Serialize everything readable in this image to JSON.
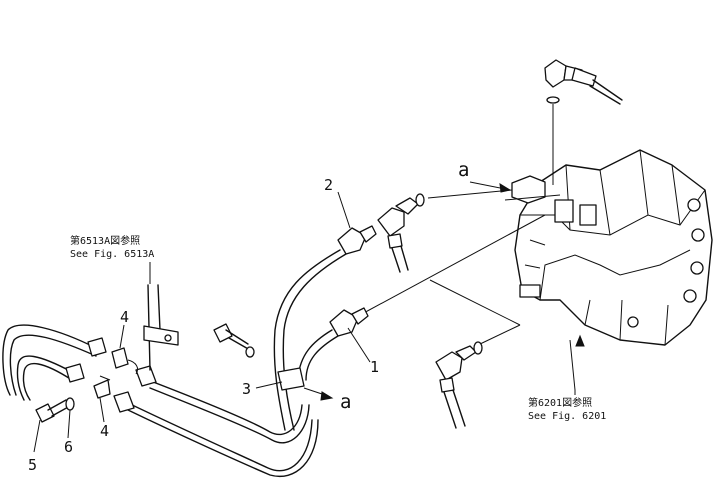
{
  "callouts": {
    "c1": "1",
    "c2": "2",
    "c3": "3",
    "c4a": "4",
    "c4b": "4",
    "c5": "5",
    "c6": "6",
    "a_top": "a",
    "a_right": "a"
  },
  "references": {
    "fig6513_jp": "第6513A図参照",
    "fig6513_en": "See Fig. 6513A",
    "fig6201_jp": "第6201図参照",
    "fig6201_en": "See Fig. 6201"
  }
}
